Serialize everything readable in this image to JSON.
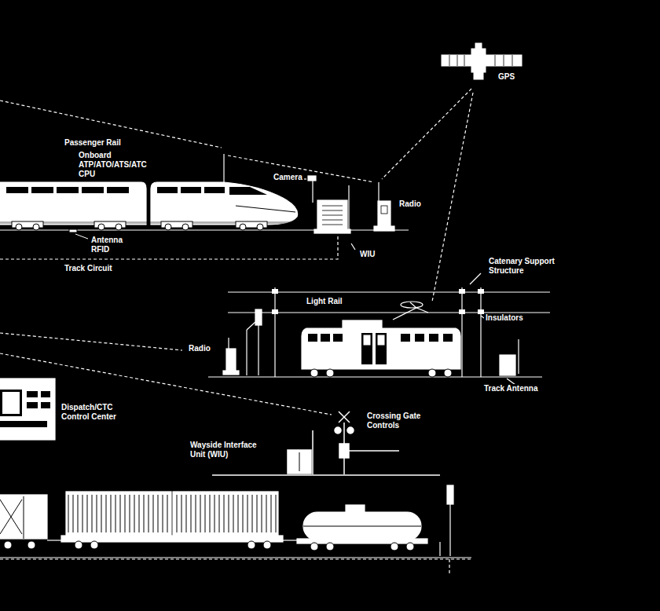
{
  "diagram": {
    "labels": [
      "GPS",
      "Passenger Rail",
      "Onboard ATP/ATO/ATS/ATC CPU",
      "Camera",
      "Radio",
      "Antenna RFID",
      "WIU",
      "Track Circuit",
      "Catenary Support Structure",
      "Light Rail",
      "Insulators",
      "Radio",
      "Track Antenna",
      "Dispatch/CTC Control Center",
      "Crossing Gate Controls",
      "Wayside Interface Unit (WIU)"
    ]
  }
}
